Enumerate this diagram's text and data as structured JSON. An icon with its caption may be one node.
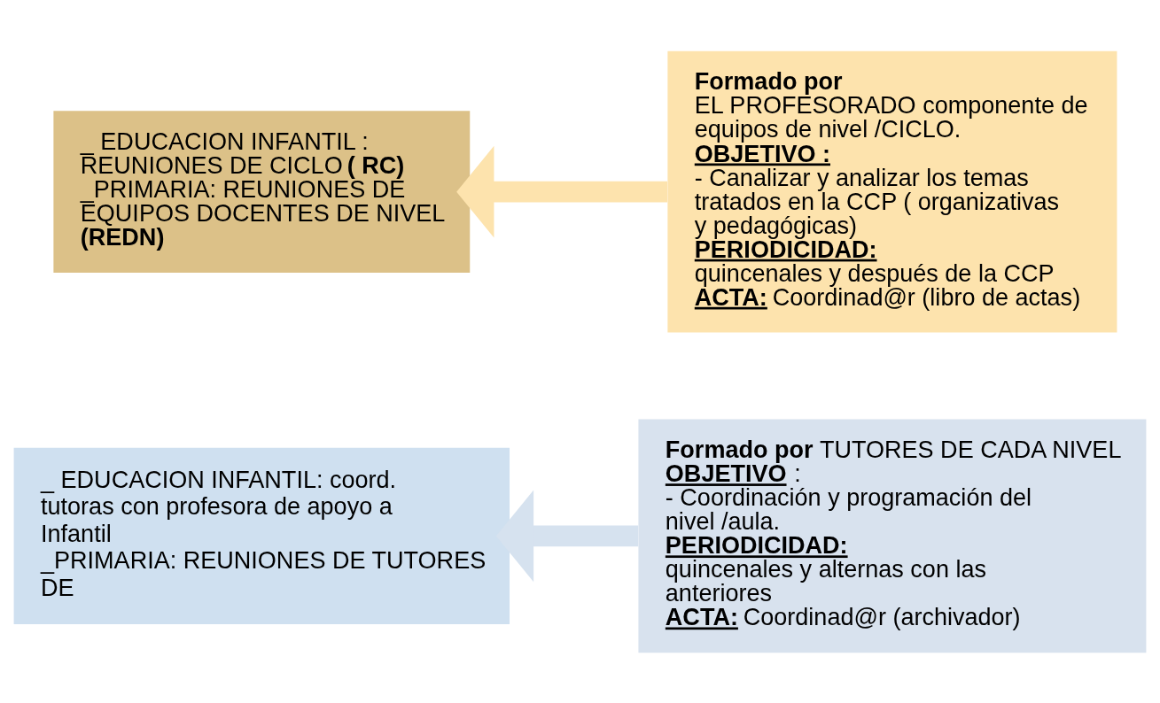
{
  "diagram": {
    "nodes": [
      {
        "text": [
          "_ EDUCACION INFANTIL : REUNIONES DE CICLO **( RC)**",
          "_PRIMARIA: REUNIONES DE EQUIPOS DOCENTES DE NIVEL  **(REDN)**"
        ]
      },
      {
        "text": [
          "Formado por",
          "EL PROFESORADO componente de equipos de nivel /CICLO.",
          "OBJETIVO :",
          "- Canalizar y analizar los temas tratados en la CCP ( organizativas  y pedagógicas)",
          "PERIODICIDAD:",
          "quincenales y después de la CCP",
          "**ACTA:** Coordinad@r (libro de actas)"
        ]
      },
      {
        "text": [
          "_ EDUCACION INFANTIL: coord. tutoras con profesora de apoyo a Infantil",
          "_PRIMARIA: REUNIONES DE TUTORES DE"
        ]
      },
      {
        "text": [
          "**Formado por** TUTORES DE CADA NIVEL",
          "**OBJETIVO** :",
          "- Coordinación y programación del nivel /aula.",
          "PERIODICIDAD:",
          "quincenales y alternas con las anteriores",
          "**ACTA:** Coordinad@r (archivador)"
        ]
      }
    ],
    "edges": [
      {
        "from": 1,
        "to": 0,
        "arrow": "to",
        "color": "#fde3ad"
      },
      {
        "from": 3,
        "to": 2,
        "arrow": "to",
        "color": "#d6e2ef"
      }
    ]
  }
}
